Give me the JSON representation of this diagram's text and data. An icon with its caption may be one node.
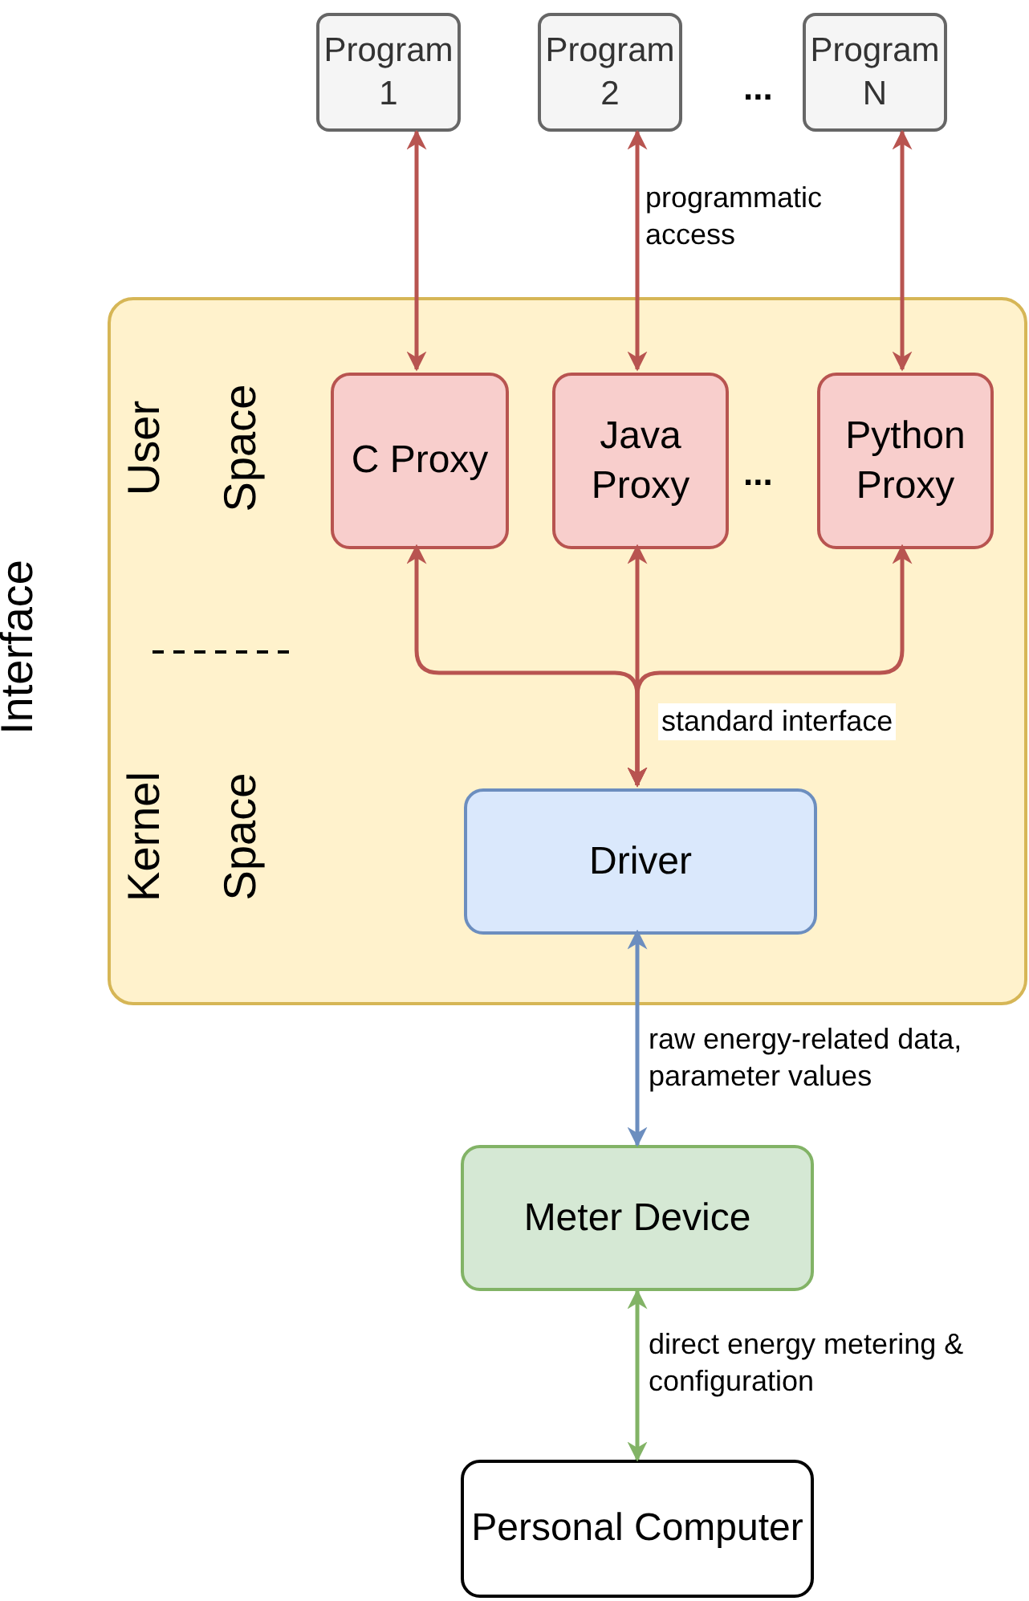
{
  "diagram": {
    "nodes": [
      {
        "text": [
          "Program 1"
        ]
      },
      {
        "text": [
          "Program 2"
        ]
      },
      {
        "text": [
          "Program N"
        ]
      },
      {
        "text": [
          "Interface"
        ]
      },
      {
        "text": [
          "C Proxy"
        ],
        "in": 3
      },
      {
        "text": [
          "Java Proxy"
        ],
        "in": 3
      },
      {
        "text": [
          "Python Proxy"
        ],
        "in": 3
      },
      {
        "text": [
          "Driver"
        ],
        "in": 3
      },
      {
        "text": [
          "Meter Device"
        ]
      },
      {
        "text": [
          "Personal Computer"
        ]
      }
    ],
    "edges": [
      {
        "from": 0,
        "to": 4,
        "arrow": "both",
        "color": "#b85450"
      },
      {
        "from": 1,
        "to": 5,
        "arrow": "both",
        "label": "programmatic access",
        "color": "#b85450"
      },
      {
        "from": 2,
        "to": 6,
        "arrow": "both",
        "color": "#b85450"
      },
      {
        "from": 4,
        "to": 7,
        "arrow": "both",
        "color": "#b85450"
      },
      {
        "from": 5,
        "to": 7,
        "arrow": "both",
        "label": "standard interface",
        "color": "#b85450"
      },
      {
        "from": 6,
        "to": 7,
        "arrow": "both",
        "color": "#b85450"
      },
      {
        "from": 7,
        "to": 8,
        "arrow": "both",
        "label": "raw energy-related data, parameter values",
        "color": "#6c8ebf"
      },
      {
        "from": 8,
        "to": 9,
        "arrow": "both",
        "label": "direct energy metering & configuration",
        "color": "#82b366"
      }
    ],
    "labels": [
      "...",
      "...",
      "User",
      "Space",
      "Kernel",
      "Space"
    ]
  }
}
